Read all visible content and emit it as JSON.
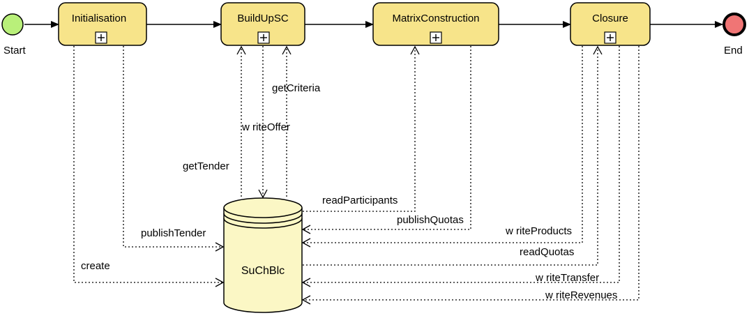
{
  "events": {
    "start": {
      "label": "Start",
      "color": "#b9f07a"
    },
    "end": {
      "label": "End",
      "color": "#f07575"
    }
  },
  "tasks": [
    {
      "id": "initialisation",
      "label": "Initialisation"
    },
    {
      "id": "buildupsc",
      "label": "BuildUpSC"
    },
    {
      "id": "matrixconstruction",
      "label": "MatrixConstruction"
    },
    {
      "id": "closure",
      "label": "Closure"
    }
  ],
  "datastore": {
    "label": "SuChBlc",
    "color": "#fbf7c5"
  },
  "messages": {
    "getCriteria": "getCriteria",
    "writeOffer": "w riteOffer",
    "getTender": "getTender",
    "readParticipants": "readParticipants",
    "publishQuotas": "publishQuotas",
    "publishTender": "publishTender",
    "writeProducts": "w riteProducts",
    "readQuotas": "readQuotas",
    "create": "create",
    "writeTransfer": "w riteTransfer",
    "writeRevenues": "w riteRevenues"
  },
  "colors": {
    "task_fill": "#f7e48a"
  }
}
